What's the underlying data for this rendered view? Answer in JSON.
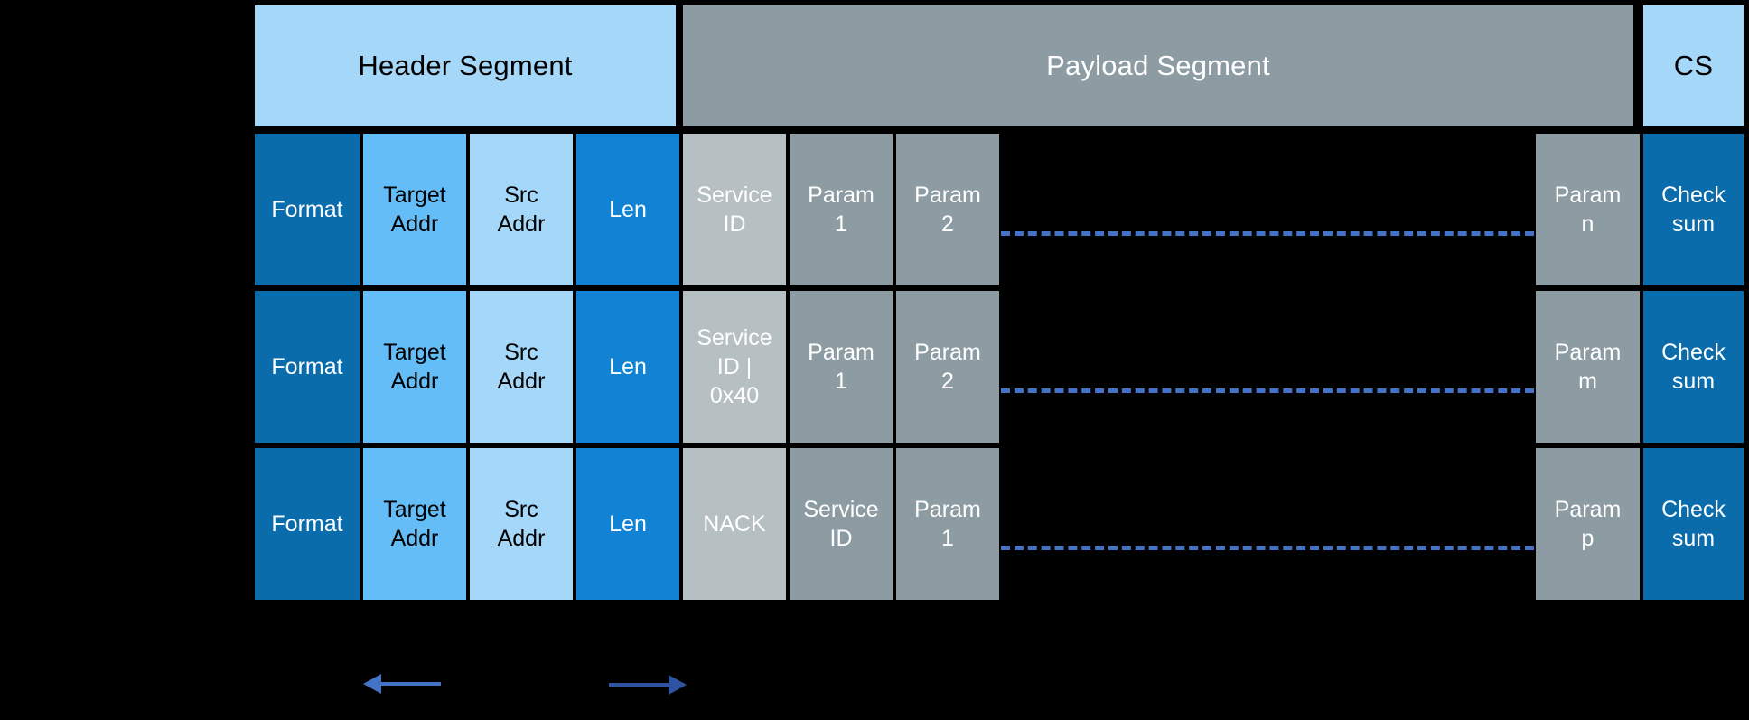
{
  "segments": [
    {
      "id": "header-segment",
      "label": "Header Segment"
    },
    {
      "id": "payload-segment",
      "label": "Payload Segment"
    },
    {
      "id": "checksum-segment",
      "label": "CS"
    }
  ],
  "colors": {
    "format_cell": "#0b6cab",
    "target_addr_cell": "#64bdf7",
    "src_addr_cell": "#a5d8f8",
    "len_cell": "#1283d4",
    "service_id_cell": "#b6bfc1",
    "param_cell": "#8c9ca2",
    "checksum_cell": "#0b6cab",
    "header_band": "#a5d8f8",
    "payload_band": "#8c9ca2",
    "dashed_line": "#4472c4",
    "arrow_left": "#4472c4",
    "arrow_right": "#2e54a1",
    "background": "#000000"
  },
  "rows": [
    {
      "id": "request-frame",
      "cells": [
        {
          "name": "format",
          "label": "Format"
        },
        {
          "name": "target-addr",
          "label": "Target\nAddr"
        },
        {
          "name": "src-addr",
          "label": "Src\nAddr"
        },
        {
          "name": "len",
          "label": "Len"
        },
        {
          "name": "service-id",
          "label": "Service\nID"
        },
        {
          "name": "param-1",
          "label": "Param\n1"
        },
        {
          "name": "param-2",
          "label": "Param\n2"
        },
        {
          "name": "continuation",
          "label": ""
        },
        {
          "name": "param-n",
          "label": "Param\nn"
        },
        {
          "name": "checksum",
          "label": "Check\nsum"
        }
      ]
    },
    {
      "id": "response-frame",
      "cells": [
        {
          "name": "format",
          "label": "Format"
        },
        {
          "name": "target-addr",
          "label": "Target\nAddr"
        },
        {
          "name": "src-addr",
          "label": "Src\nAddr"
        },
        {
          "name": "len",
          "label": "Len"
        },
        {
          "name": "service-id",
          "label": "Service\nID |\n0x40"
        },
        {
          "name": "param-1",
          "label": "Param\n1"
        },
        {
          "name": "param-2",
          "label": "Param\n2"
        },
        {
          "name": "continuation",
          "label": ""
        },
        {
          "name": "param-m",
          "label": "Param\nm"
        },
        {
          "name": "checksum",
          "label": "Check\nsum"
        }
      ]
    },
    {
      "id": "nack-frame",
      "cells": [
        {
          "name": "format",
          "label": "Format"
        },
        {
          "name": "target-addr",
          "label": "Target\nAddr"
        },
        {
          "name": "src-addr",
          "label": "Src\nAddr"
        },
        {
          "name": "len",
          "label": "Len"
        },
        {
          "name": "nack",
          "label": "NACK"
        },
        {
          "name": "service-id",
          "label": "Service\nID"
        },
        {
          "name": "param-1",
          "label": "Param\n1"
        },
        {
          "name": "continuation",
          "label": ""
        },
        {
          "name": "param-p",
          "label": "Param\np"
        },
        {
          "name": "checksum",
          "label": "Check\nsum"
        }
      ]
    }
  ],
  "annotations": {
    "arrow_left": "left-arrow",
    "arrow_right": "right-arrow"
  }
}
